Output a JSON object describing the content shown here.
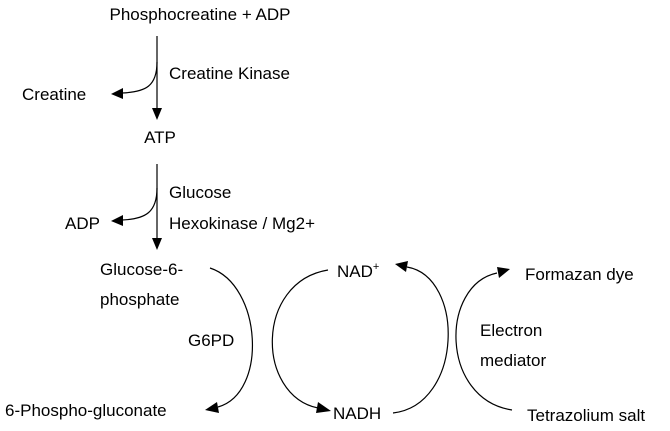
{
  "labels": {
    "phosphocreatine_adp": "Phosphocreatine + ADP",
    "creatine_kinase": "Creatine Kinase",
    "creatine": "Creatine",
    "atp": "ATP",
    "glucose": "Glucose",
    "hexokinase_mg2": "Hexokinase / Mg2+",
    "adp": "ADP",
    "glucose6_line1": "Glucose-6-",
    "glucose6_line2": "phosphate",
    "g6pd": "G6PD",
    "phosphogluconate": "6-Phospho-gluconate",
    "nad_base": "NAD",
    "nad_sup": "+",
    "nadh": "NADH",
    "formazan": "Formazan dye",
    "electron_line1": "Electron",
    "electron_line2": "mediator",
    "tetrazolium": "Tetrazolium salt"
  },
  "colors": {
    "ink": "#000000",
    "background": "#ffffff"
  }
}
